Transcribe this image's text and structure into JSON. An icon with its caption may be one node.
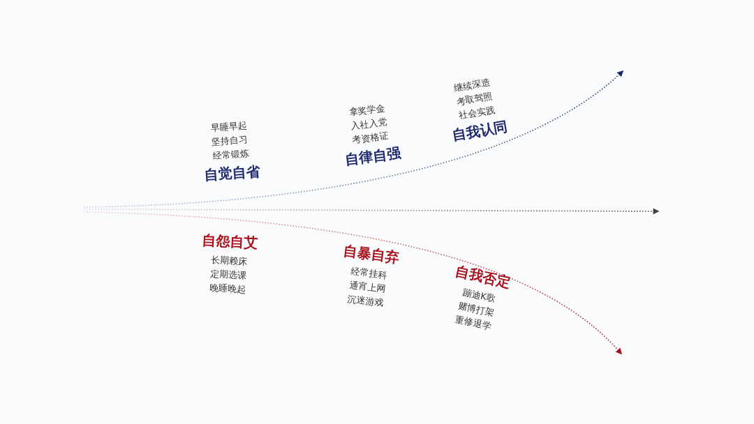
{
  "diagram": {
    "labels": [
      "早睡早起",
      "坚持自习",
      "经常锻炼",
      "自觉自省",
      "拿奖学金",
      "入社入党",
      "考资格证",
      "自律自强",
      "继续深造",
      "考取驾照",
      "社会实践",
      "自我认同",
      "自怨自艾",
      "长期赖床",
      "定期选课",
      "晚睡晚起",
      "自暴自弃",
      "经常挂科",
      "通宵上网",
      "沉迷游戏",
      "自我否定",
      "蹦迪K歌",
      "赌博打架",
      "重修退学"
    ]
  }
}
